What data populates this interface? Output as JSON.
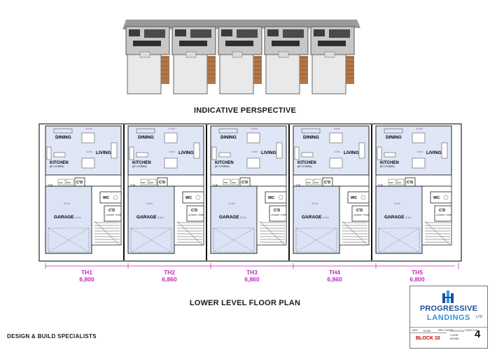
{
  "titles": {
    "perspective": "INDICATIVE PERSPECTIVE",
    "plan": "LOWER LEVEL FLOOR PLAN"
  },
  "footer": {
    "left": "DESIGN & BUILD SPECIALISTS"
  },
  "rooms": {
    "dining": "DINING",
    "living": "LIVING",
    "kitchen": "KITCHEN",
    "kitchen_note": "(BY OTHERS)",
    "garage": "GARAGE",
    "cd": "C'D",
    "wc": "WC",
    "cd_laundry": "C'D",
    "laundry_note": "LAUNDRY / STAIR",
    "tub": "TUB",
    "ww": "WM",
    "dw": "DW"
  },
  "dims_internal": {
    "top": "6.6m",
    "living_h": "4.5m",
    "garage_w": "3.2m",
    "garage_h": "5.5m"
  },
  "units": [
    {
      "label": "TH1",
      "width": "6,800"
    },
    {
      "label": "TH2",
      "width": "6,860"
    },
    {
      "label": "TH3",
      "width": "6,860"
    },
    {
      "label": "TH4",
      "width": "6,860"
    },
    {
      "label": "TH5",
      "width": "6,800"
    }
  ],
  "titleblock": {
    "brand_main": "PROGRESSIVE",
    "brand_sub": "LANDINGS",
    "brand_ltd": "LTD",
    "ref_label": "REF:",
    "ref_value": "10495",
    "rev_label": "REV. DATE:",
    "rev_value": "24/01/2024",
    "code_label": "CODE:",
    "code_value": "M208K",
    "sheet_label": "SHEET No.",
    "sheet_value": "4",
    "block": "BLOCK 10"
  },
  "colors": {
    "living_fill": "#dfe7f7",
    "garage_fill": "#dbe3f5",
    "dim_color": "#c22cc2",
    "brand_blue": "#1f4f9a",
    "brand_light": "#2a9ad6",
    "block_red": "#c00000"
  }
}
